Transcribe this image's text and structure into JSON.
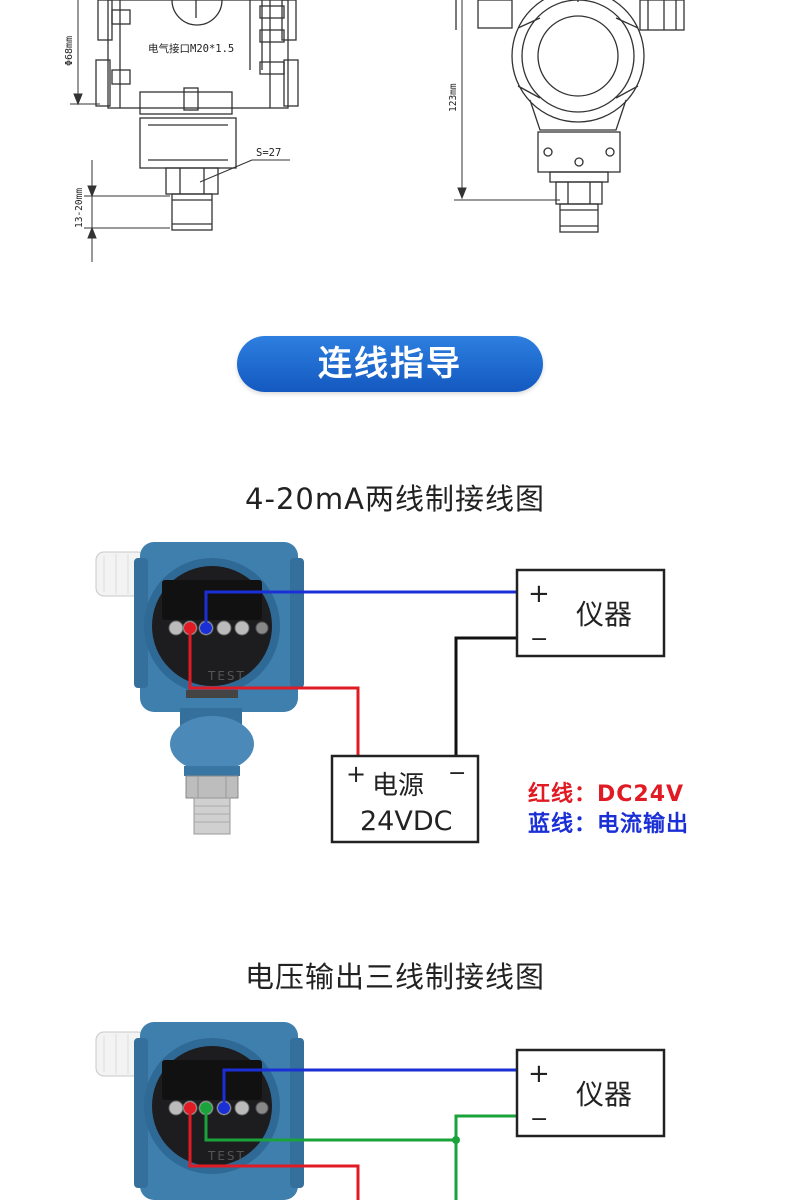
{
  "cad": {
    "dim_diameter": "Φ68mm",
    "electrical_interface": "电气接口M20*1.5",
    "wrench_size": "S=27",
    "thread_length": "13-20mm",
    "height": "123mm"
  },
  "banner": {
    "label": "连线指导"
  },
  "diagram1": {
    "title": "4-20mA两线制接线图",
    "instrument": {
      "label": "仪器",
      "plus": "+",
      "minus": "−"
    },
    "power": {
      "label_line1": "电源",
      "label_line2": "24VDC",
      "plus": "+",
      "minus": "−"
    },
    "legend_red": "红线：DC24V",
    "legend_blue": "蓝线：电流输出",
    "housing_text": "TEST"
  },
  "diagram2": {
    "title": "电压输出三线制接线图",
    "instrument": {
      "label": "仪器",
      "plus": "+",
      "minus": "−"
    },
    "housing_text": "TEST"
  },
  "colors": {
    "red_wire": "#e01b24",
    "blue_wire": "#1b2fd6",
    "green_wire": "#1aa33a",
    "black_wire": "#111111",
    "housing": "#3f7fae",
    "banner": "#1d64cc"
  }
}
